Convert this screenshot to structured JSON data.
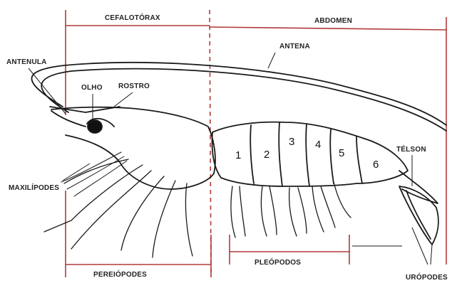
{
  "regions": {
    "cephalothorax": "CEFALOTÓRAX",
    "abdomen": "ABDOMEN"
  },
  "labels": {
    "antennule": "ANTENULA",
    "antenna": "ANTENA",
    "eye": "OLHO",
    "rostrum": "ROSTRO",
    "maxillipeds": "MAXILÍPODES",
    "pereiopods": "PEREIÓPODES",
    "pleopods": "PLEÓPODOS",
    "telson": "TÉLSON",
    "uropods": "URÓPODES"
  },
  "segments": [
    "1",
    "2",
    "3",
    "4",
    "5",
    "6"
  ],
  "colors": {
    "region_line": "#b03a3a",
    "outline": "#1a1a1a",
    "pointer": "#8a1f1f"
  }
}
